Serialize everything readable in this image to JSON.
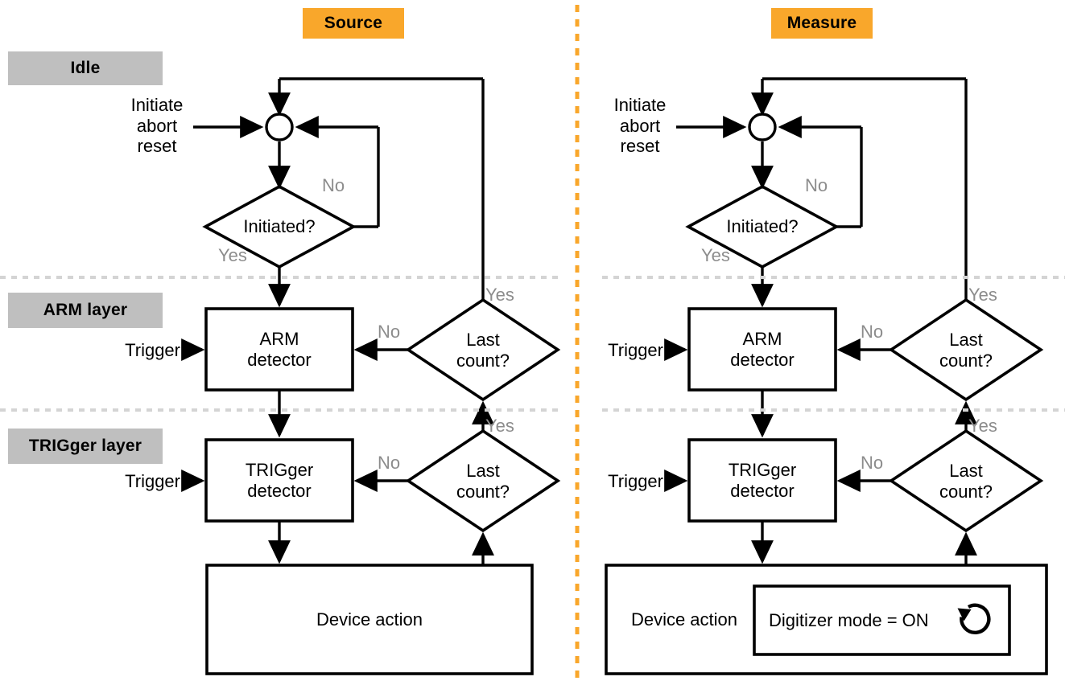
{
  "diagram": {
    "title_left": "Source",
    "title_right": "Measure",
    "divider": "vertical-dashed-orange",
    "colors": {
      "accent": "#F9A72B",
      "layer_tag": "#BFBFBF",
      "yes_no": "#8C8C8C",
      "stroke": "#000000"
    }
  },
  "layer_tags": [
    {
      "label": "Idle"
    },
    {
      "label": "ARM layer"
    },
    {
      "label": "TRIGger layer"
    }
  ],
  "panels": [
    {
      "name": "source",
      "header": "Source",
      "inputs": {
        "idle_input": "Initiate\nabort\nreset",
        "arm_trigger": "Trigger",
        "trigger_trigger": "Trigger"
      },
      "nodes": {
        "merge": "merge-junction",
        "initiated": "Initiated?",
        "arm_detector": [
          "ARM",
          "detector"
        ],
        "trigger_detector": [
          "TRIGger",
          "detector"
        ],
        "arm_last_count": [
          "Last",
          "count?"
        ],
        "trigger_last_count": [
          "Last",
          "count?"
        ],
        "device_action": "Device action"
      },
      "edge_labels": {
        "initiated_no": "No",
        "initiated_yes": "Yes",
        "arm_last_no": "No",
        "arm_last_yes": "Yes",
        "trigger_last_no": "No",
        "trigger_last_yes": "Yes"
      }
    },
    {
      "name": "measure",
      "header": "Measure",
      "inputs": {
        "idle_input": "Initiate\nabort\nreset",
        "arm_trigger": "Trigger",
        "trigger_trigger": "Trigger"
      },
      "nodes": {
        "merge": "merge-junction",
        "initiated": "Initiated?",
        "arm_detector": [
          "ARM",
          "detector"
        ],
        "trigger_detector": [
          "TRIGger",
          "detector"
        ],
        "arm_last_count": [
          "Last",
          "count?"
        ],
        "trigger_last_count": [
          "Last",
          "count?"
        ],
        "device_action": "Device action",
        "digitizer": "Digitizer mode = ON",
        "digitizer_icon": "loop-arrow-icon"
      },
      "edge_labels": {
        "initiated_no": "No",
        "initiated_yes": "Yes",
        "arm_last_no": "No",
        "arm_last_yes": "Yes",
        "trigger_last_no": "No",
        "trigger_last_yes": "Yes"
      }
    }
  ]
}
